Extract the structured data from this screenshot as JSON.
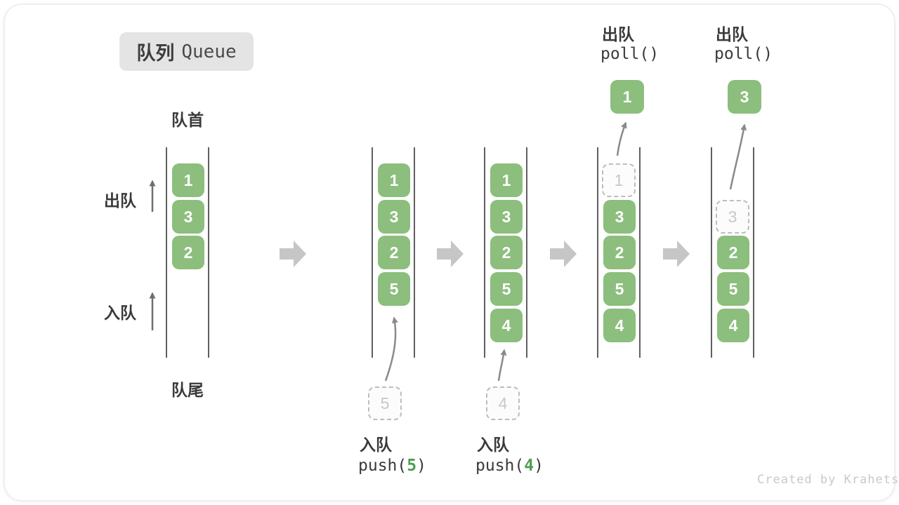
{
  "title": {
    "zh": "队列",
    "en": "Queue"
  },
  "labels": {
    "front": "队首",
    "rear": "队尾",
    "dequeue": "出队",
    "enqueue": "入队"
  },
  "columns": [
    {
      "name": "state-initial",
      "boxes": [
        {
          "value": "1"
        },
        {
          "value": "3"
        },
        {
          "value": "2"
        }
      ]
    },
    {
      "name": "state-after-push-5",
      "boxes": [
        {
          "value": "1"
        },
        {
          "value": "3"
        },
        {
          "value": "2"
        },
        {
          "value": "5"
        }
      ],
      "pending": {
        "value": "5"
      },
      "op": {
        "label": "入队",
        "code_pre": "push(",
        "arg": "5",
        "code_post": ")"
      }
    },
    {
      "name": "state-after-push-4",
      "boxes": [
        {
          "value": "1"
        },
        {
          "value": "3"
        },
        {
          "value": "2"
        },
        {
          "value": "5"
        },
        {
          "value": "4"
        }
      ],
      "pending": {
        "value": "4"
      },
      "op": {
        "label": "入队",
        "code_pre": "push(",
        "arg": "4",
        "code_post": ")"
      }
    },
    {
      "name": "state-after-poll-1",
      "removed": {
        "value": "1"
      },
      "boxes": [
        {
          "value": "3"
        },
        {
          "value": "2"
        },
        {
          "value": "5"
        },
        {
          "value": "4"
        }
      ],
      "popped": {
        "value": "1"
      },
      "op": {
        "label": "出队",
        "code": "poll()"
      }
    },
    {
      "name": "state-after-poll-3",
      "removed": {
        "value": "3"
      },
      "boxes": [
        {
          "value": "2"
        },
        {
          "value": "5"
        },
        {
          "value": "4"
        }
      ],
      "popped": {
        "value": "3"
      },
      "op": {
        "label": "出队",
        "code": "poll()"
      }
    }
  ],
  "watermark": "Created by Krahets",
  "colors": {
    "box_green": "#8CBE7D",
    "code_green": "#4F9E4F",
    "dashed_border": "#BDBDBD",
    "channel_line": "#5F5F5F",
    "block_arrow": "#C6C6C6",
    "curve_arrow": "#8A8A8A",
    "badge_bg": "#E4E4E4",
    "watermark_gray": "#C9C9C9"
  }
}
